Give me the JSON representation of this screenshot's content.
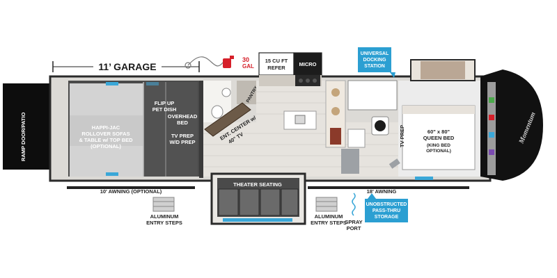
{
  "garage": {
    "dimension_label": "11’ GARAGE"
  },
  "fuel": {
    "amount": "30",
    "unit": "GAL"
  },
  "appliances": {
    "refer": [
      "15 CU FT",
      "REFER"
    ],
    "micro": "MICRO"
  },
  "callouts": {
    "docking": [
      "UNIVERSAL",
      "DOCKING",
      "STATION"
    ],
    "passthru": [
      "UNOBSTRUCTED",
      "PASS-THRU",
      "STORAGE"
    ]
  },
  "rooms": {
    "ramp": "RAMP DOOR/PATIO",
    "sofas": [
      "HAPPI-JAC",
      "ROLLOVER SOFAS",
      "& TABLE w/ TOP BED",
      "(OPTIONAL)"
    ],
    "flip_up": [
      "FLIP UP",
      "PET DISH"
    ],
    "overhead_bed": [
      "OVERHEAD",
      "BED"
    ],
    "tv_prep_wd": [
      "TV PREP",
      "W/D PREP"
    ],
    "pantry": "PANTRY",
    "ent_center": [
      "ENT. CENTER w/",
      "40\" TV"
    ],
    "theater": "THEATER SEATING",
    "tv_prep": "TV PREP",
    "bed": [
      "60\" x 80\"",
      "QUEEN BED"
    ],
    "bed_option": [
      "(KING BED",
      "OPTIONAL)"
    ]
  },
  "awnings": {
    "rear": "10' AWNING (OPTIONAL)",
    "front": "18' AWNING"
  },
  "steps": {
    "rear": [
      "ALUMINUM",
      "ENTRY STEPS"
    ],
    "front": [
      "ALUMINUM",
      "ENTRY STEPS"
    ]
  },
  "spray_port": [
    "SPRAY",
    "PORT"
  ],
  "brand": "Momentum",
  "colors": {
    "callout": "#2b9fd2",
    "accent": "#d6202a",
    "wall": "#3a3a3a",
    "floor": "#e6e3de",
    "garage_floor": "#4a4a4a"
  }
}
